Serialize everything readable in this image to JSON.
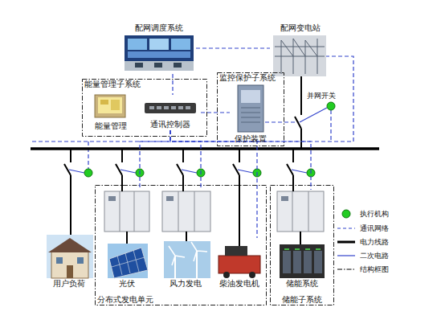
{
  "diagram": {
    "nodes": [
      {
        "text": [
          "配网调度系统"
        ]
      },
      {
        "text": [
          "配网变电站"
        ]
      },
      {
        "text": [
          "能量管理子系统"
        ]
      },
      {
        "text": [
          "能量管理"
        ],
        "in": 2
      },
      {
        "text": [
          "通讯控制器"
        ],
        "in": 2
      },
      {
        "text": [
          "监控保护子系统"
        ]
      },
      {
        "text": [
          "保护装置"
        ],
        "in": 5
      },
      {
        "text": [
          "用户负荷"
        ]
      },
      {
        "text": [
          "分布式发电单元"
        ]
      },
      {
        "text": [
          "光伏"
        ],
        "in": 8
      },
      {
        "text": [
          "风力发电"
        ],
        "in": 8
      },
      {
        "text": [
          "柴油发电机"
        ],
        "in": 8
      },
      {
        "text": [
          "储能子系统"
        ]
      },
      {
        "text": [
          "储能系统"
        ],
        "in": 12
      }
    ],
    "edges": [
      {
        "from": 0,
        "to": 1,
        "arrow": "none"
      },
      {
        "from": 0,
        "to": 4,
        "arrow": "none"
      },
      {
        "from": 4,
        "to": 6,
        "arrow": "none"
      },
      {
        "from": 4,
        "to": 9,
        "arrow": "none"
      },
      {
        "from": 4,
        "to": 10,
        "arrow": "none"
      },
      {
        "from": 4,
        "to": 11,
        "arrow": "none"
      },
      {
        "from": 4,
        "to": 13,
        "arrow": "none"
      }
    ],
    "labels": [
      "并网开关"
    ],
    "legend": [
      {
        "text": "执行机构",
        "color": "#22cc22"
      },
      {
        "text": "通讯网络"
      },
      {
        "text": "电力线路"
      },
      {
        "text": "二次电路"
      },
      {
        "text": "结构框图"
      }
    ]
  }
}
